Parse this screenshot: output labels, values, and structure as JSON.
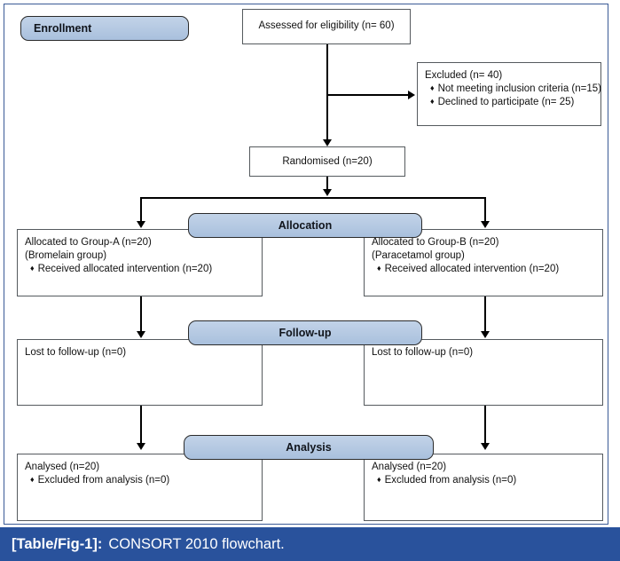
{
  "figure": {
    "title": "CONSORT 2010 flowchart",
    "caption_tag": "[Table/Fig-1]:",
    "caption_text": "CONSORT 2010 flowchart.",
    "caption_bar_color": "#29529c",
    "banner_fill_color": "#aec0dd",
    "box_border_color": "#555a5e",
    "connector_color": "#000000"
  },
  "stages": {
    "enrollment": "Enrollment",
    "allocation": "Allocation",
    "followup": "Follow-up",
    "analysis": "Analysis"
  },
  "nodes": {
    "assessed": {
      "line1": "Assessed for eligibility (n= 60)"
    },
    "excluded": {
      "line1": "Excluded (n= 40)",
      "bullet1": "Not meeting inclusion criteria (n=15)",
      "bullet2": "Declined to participate (n= 25)"
    },
    "randomised": {
      "line1": "Randomised (n=20)"
    },
    "allocated_left": {
      "line1": "Allocated to Group-A (n=20)",
      "line2": "(Bromelain group)",
      "bullet1": "Received allocated intervention (n=20)"
    },
    "allocated_right": {
      "line1": "Allocated to Group-B (n=20)",
      "line2": "(Paracetamol group)",
      "bullet1": "Received allocated intervention (n=20)"
    },
    "followup_left": {
      "line1": "Lost to follow-up (n=0)"
    },
    "followup_right": {
      "line1": "Lost to follow-up (n=0)"
    },
    "analysis_left": {
      "line1": "Analysed (n=20)",
      "bullet1": "Excluded from analysis (n=0)"
    },
    "analysis_right": {
      "line1": "Analysed (n=20)",
      "bullet1": "Excluded from analysis (n=0)"
    }
  }
}
